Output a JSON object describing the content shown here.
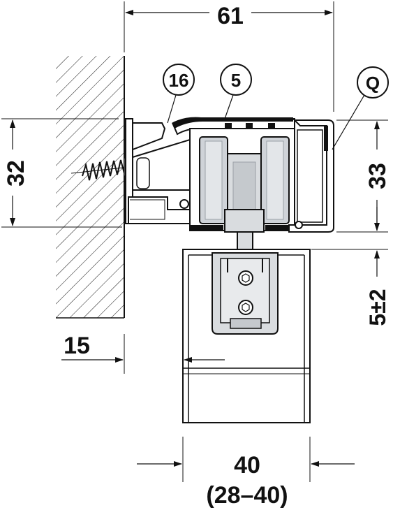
{
  "dimensions": {
    "overall_width": "61",
    "wall_profile_height": "32",
    "front_profile_height": "33",
    "wall_offset": "15",
    "door_gap": "5±2",
    "door_thickness": "40",
    "door_thickness_range": "(28–40)"
  },
  "callouts": {
    "c16": "16",
    "c5": "5",
    "cQ": "Q"
  },
  "colors": {
    "line": "#111111",
    "part_fill": "#ffffff",
    "roller_fill": "#cfd3d8",
    "roller_dark": "#9aa0a6",
    "seal_fill": "#111111"
  }
}
